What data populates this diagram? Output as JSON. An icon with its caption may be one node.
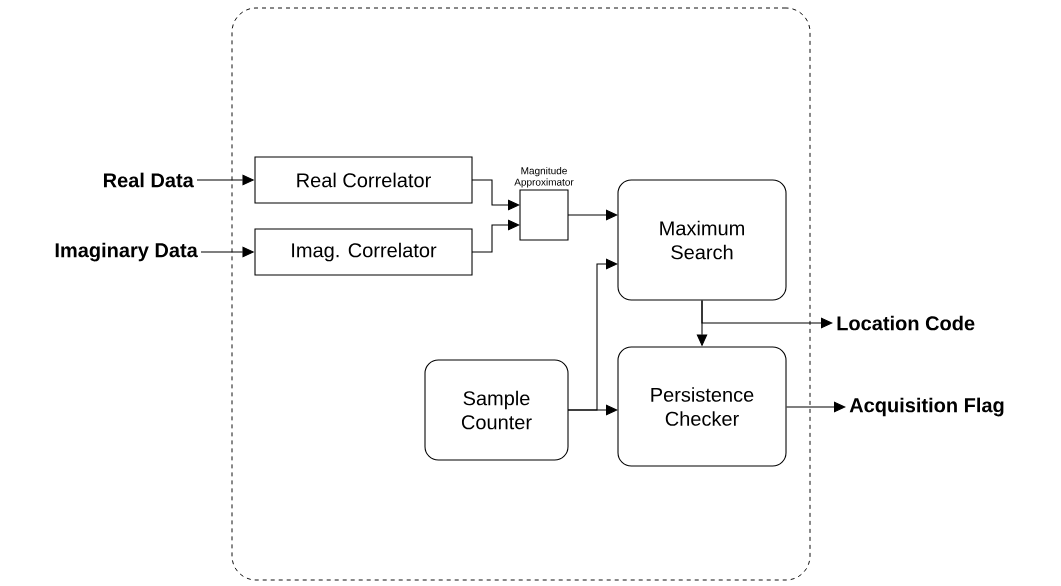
{
  "diagram": {
    "nodes": [
      {
        "text": [],
        "shape": "box"
      },
      {
        "text": [
          "Real Data"
        ]
      },
      {
        "text": [
          "Imaginary Data"
        ]
      },
      {
        "text": [
          "Real Correlator"
        ],
        "in": 0
      },
      {
        "text": [
          "Imag. Correlator"
        ],
        "in": 0
      },
      {
        "text": [
          "Magnitude Approximator"
        ],
        "in": 0
      },
      {
        "text": [
          "Maximum Search"
        ],
        "in": 0
      },
      {
        "text": [
          "Sample Counter"
        ],
        "in": 0
      },
      {
        "text": [
          "Persistence Checker"
        ],
        "in": 0
      },
      {
        "text": [
          "Location Code"
        ]
      },
      {
        "text": [
          "Acquisition Flag"
        ]
      }
    ],
    "edges": [
      {
        "from": 1,
        "to": 3,
        "arrow": "to"
      },
      {
        "from": 2,
        "to": 4,
        "arrow": "to"
      },
      {
        "from": 3,
        "to": 5,
        "arrow": "to"
      },
      {
        "from": 4,
        "to": 5,
        "arrow": "to"
      },
      {
        "from": 5,
        "to": 6,
        "arrow": "to"
      },
      {
        "from": 7,
        "to": 6,
        "arrow": "to"
      },
      {
        "from": 7,
        "to": 8,
        "arrow": "to"
      },
      {
        "from": 6,
        "to": 8,
        "arrow": "to"
      },
      {
        "from": 6,
        "to": 9,
        "arrow": "to"
      },
      {
        "from": 8,
        "to": 10,
        "arrow": "to"
      }
    ]
  }
}
